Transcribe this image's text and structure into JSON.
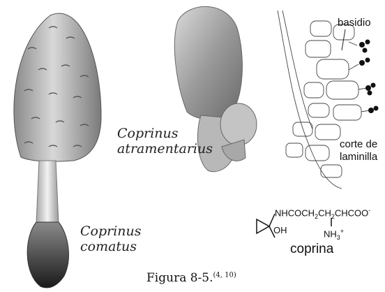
{
  "species_1": {
    "genus": "Coprinus",
    "epithet": "atramentarius"
  },
  "species_2": {
    "genus": "Coprinus",
    "epithet": "comatus"
  },
  "section_labels": {
    "basidio": "basidio",
    "corte_line1": "corte de",
    "corte_line2": "laminilla"
  },
  "chemistry": {
    "line1": "NHCOCH",
    "sub1": "2",
    "mid1": "CH",
    "sub2": "2",
    "tail1": "CHCOO",
    "charge1": "-",
    "oh": "OH",
    "nh": "NH",
    "sub3": "3",
    "charge2": "+",
    "compound_name": "coprina"
  },
  "caption": {
    "text": "Figura 8-5.",
    "refs": "(4, 10)"
  }
}
